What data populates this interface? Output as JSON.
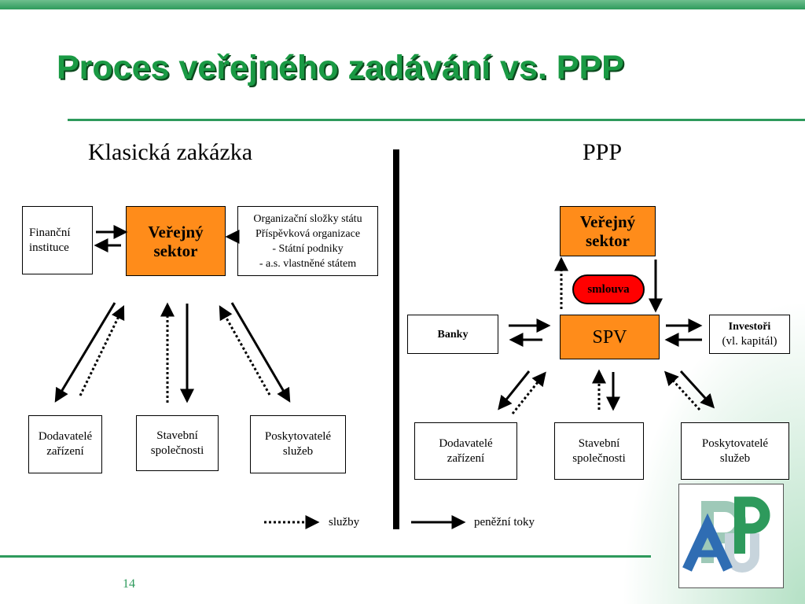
{
  "slide": {
    "title": "Proces veřejného zadávání vs. PPP",
    "page_number": "14"
  },
  "left": {
    "heading": "Klasická zakázka",
    "financni": "Finanční\ninstituce",
    "verejny": "Veřejný\nsektor",
    "organizacni": "Organizační složky státu\nPříspěvková organizace\n- Státní podniky\n- a.s. vlastněné státem",
    "dodavatele": "Dodavatelé\nzařízení",
    "stavebni": "Stavební\nspolečnosti",
    "poskytovatele": "Poskytovatelé\nslužeb"
  },
  "right": {
    "heading": "PPP",
    "verejny": "Veřejný\nsektor",
    "smlouva": "smlouva",
    "spv": "SPV",
    "banky": "Banky",
    "investori_title": "Investoři",
    "investori_sub": "(vl. kapitál)",
    "dodavatele": "Dodavatelé\nzařízení",
    "stavebni": "Stavební\nspolečnosti",
    "poskytovatele": "Poskytovatelé\nslužeb"
  },
  "legend": {
    "dotted": "služby",
    "solid": "peněžní toky"
  },
  "colors": {
    "green": "#2e9a5c",
    "orange": "#ff8c1a",
    "red": "#ff0000"
  }
}
